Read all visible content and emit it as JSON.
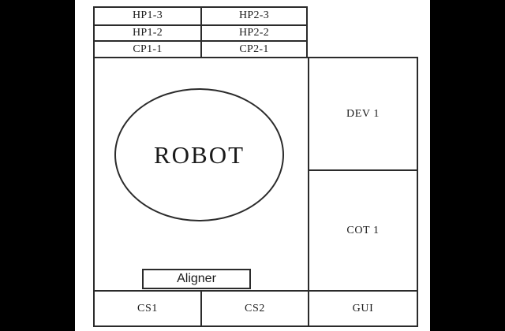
{
  "colors": {
    "letterbox": "#000000",
    "background": "#ffffff",
    "line": "#2b2b2b",
    "text": "#1a1a1a"
  },
  "hp_table": {
    "rows": [
      [
        "HP1-3",
        "HP2-3"
      ],
      [
        "HP1-2",
        "HP2-2"
      ],
      [
        "CP1-1",
        "CP2-1"
      ]
    ]
  },
  "robot": {
    "label": "ROBOT"
  },
  "right_column": {
    "dev": "DEV 1",
    "cot": "COT 1"
  },
  "aligner": {
    "label": "Aligner"
  },
  "bottom_row": {
    "cs1": "CS1",
    "cs2": "CS2",
    "gui": "GUI"
  }
}
